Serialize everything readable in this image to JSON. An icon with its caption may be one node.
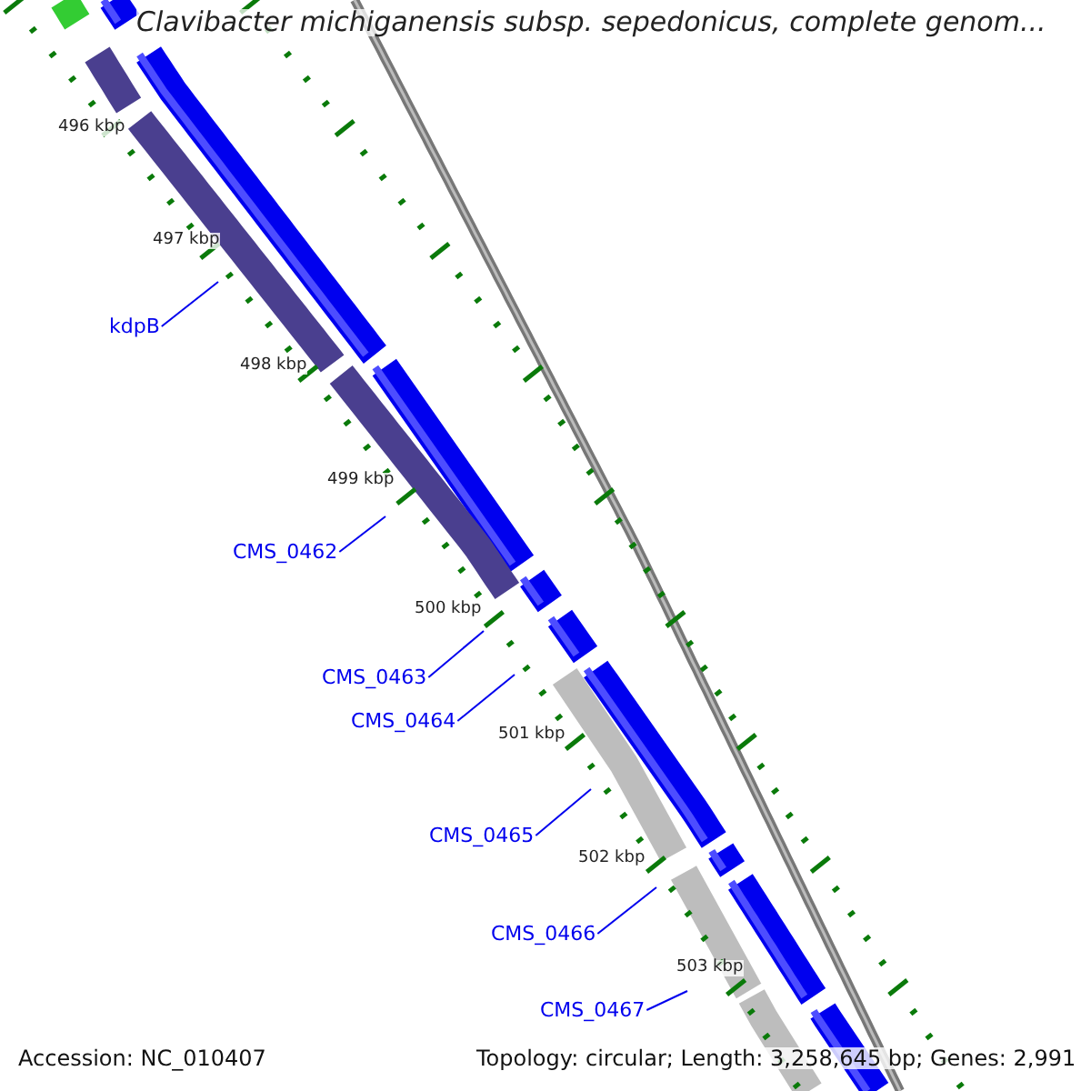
{
  "diagram": {
    "title": "Clavibacter michiganensis subsp. sepedonicus, complete genom...",
    "nodes": [
      {
        "text": [
          "kdpB"
        ]
      },
      {
        "text": [
          "CMS_0462"
        ]
      },
      {
        "text": [
          "CMS_0463"
        ]
      },
      {
        "text": [
          "CMS_0464"
        ]
      },
      {
        "text": [
          "CMS_0465"
        ]
      },
      {
        "text": [
          "CMS_0466"
        ]
      },
      {
        "text": [
          "CMS_0467"
        ]
      }
    ],
    "edges": [
      {
        "from": 0,
        "to": null,
        "arrow": "none"
      },
      {
        "from": 1,
        "to": null,
        "arrow": "none"
      },
      {
        "from": 2,
        "to": null,
        "arrow": "none"
      },
      {
        "from": 3,
        "to": null,
        "arrow": "none"
      },
      {
        "from": 4,
        "to": null,
        "arrow": "none"
      },
      {
        "from": 5,
        "to": null,
        "arrow": "none"
      },
      {
        "from": 6,
        "to": null,
        "arrow": "none"
      }
    ],
    "labels": [
      "496 kbp",
      "497 kbp",
      "498 kbp",
      "499 kbp",
      "500 kbp",
      "501 kbp",
      "502 kbp",
      "503 kbp",
      "Accession: NC_010407",
      "Topology: circular; Length: 3,258,645 bp; Genes: 2,991"
    ]
  }
}
